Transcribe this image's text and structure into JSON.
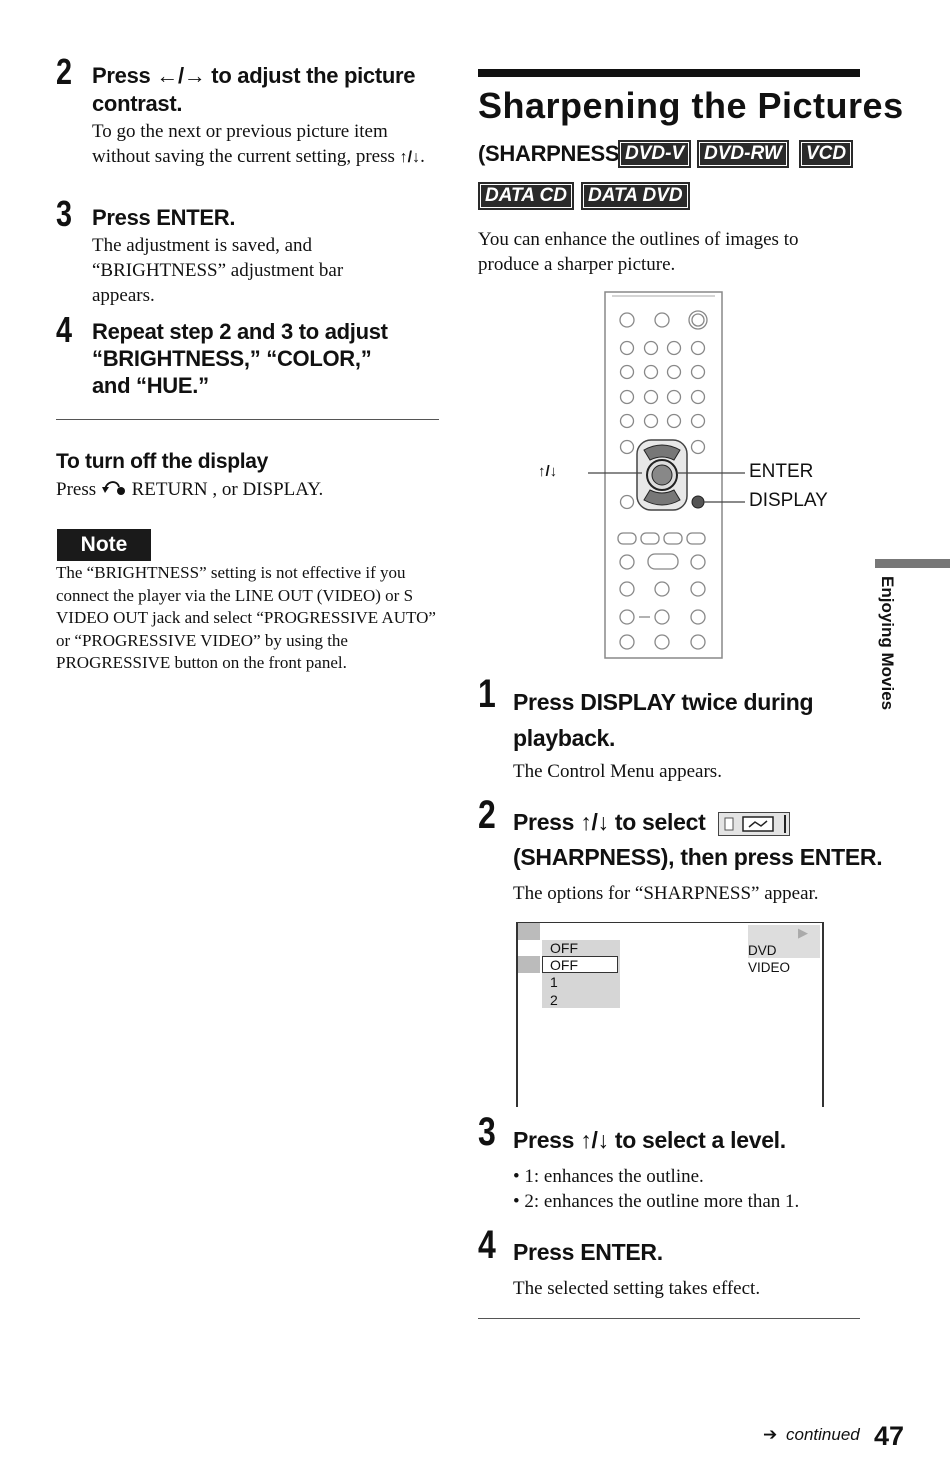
{
  "left": {
    "step2": {
      "num": "2",
      "head_a": "Press ",
      "head_arrows": "←/→",
      "head_b": " to adjust the picture contrast.",
      "body_a": "To go the next or previous picture item without saving the current setting, press ",
      "body_arrows": "↑/↓",
      "body_b": "."
    },
    "step3": {
      "num": "3",
      "head": "Press ENTER.",
      "body": "The adjustment is saved, and “BRIGHTNESS” adjustment bar appears."
    },
    "step4": {
      "num": "4",
      "head": "Repeat step 2 and 3 to adjust “BRIGHTNESS,” “COLOR,” and “HUE.”"
    },
    "turn_off": {
      "heading": "To turn off the display",
      "body_a": "Press ",
      "return_icon": "return-icon",
      "body_b": " RETURN , or DISPLAY."
    },
    "note": {
      "label": "Note",
      "text": "The “BRIGHTNESS” setting is not effective if you connect the player via the LINE OUT (VIDEO) or S VIDEO OUT jack and select “PROGRESSIVE AUTO” or “PROGRESSIVE VIDEO” by using the PROGRESSIVE button on the front panel."
    }
  },
  "right": {
    "title": "Sharpening the Pictures",
    "subtitle": "(SHARPNESS)",
    "badges": [
      "DVD-V",
      "DVD-RW",
      "VCD",
      "DATA CD",
      "DATA DVD"
    ],
    "intro": "You can enhance the outlines of images to produce a sharper picture.",
    "remote": {
      "arrows_label": "↑/↓",
      "enter_label": "ENTER",
      "display_label": "DISPLAY"
    },
    "step1": {
      "num": "1",
      "head": "Press DISPLAY twice during playback.",
      "body": "The Control Menu appears."
    },
    "step2": {
      "num": "2",
      "head_a": "Press ↑/↓ to select",
      "head_b": "(SHARPNESS), then press ENTER.",
      "body": "The options for “SHARPNESS” appear."
    },
    "menu": {
      "current": "OFF",
      "options": [
        "OFF",
        "1",
        "2"
      ],
      "disc_label": "DVD VIDEO",
      "play_icon": "play-icon"
    },
    "step3": {
      "num": "3",
      "head": "Press ↑/↓ to select a level.",
      "bullets": [
        "1: enhances the outline.",
        "2: enhances the outline more than 1."
      ]
    },
    "step4": {
      "num": "4",
      "head": "Press ENTER.",
      "body": "The selected setting takes effect."
    }
  },
  "side_tab": "Enjoying Movies",
  "footer": {
    "continued": "continued",
    "page": "47"
  }
}
